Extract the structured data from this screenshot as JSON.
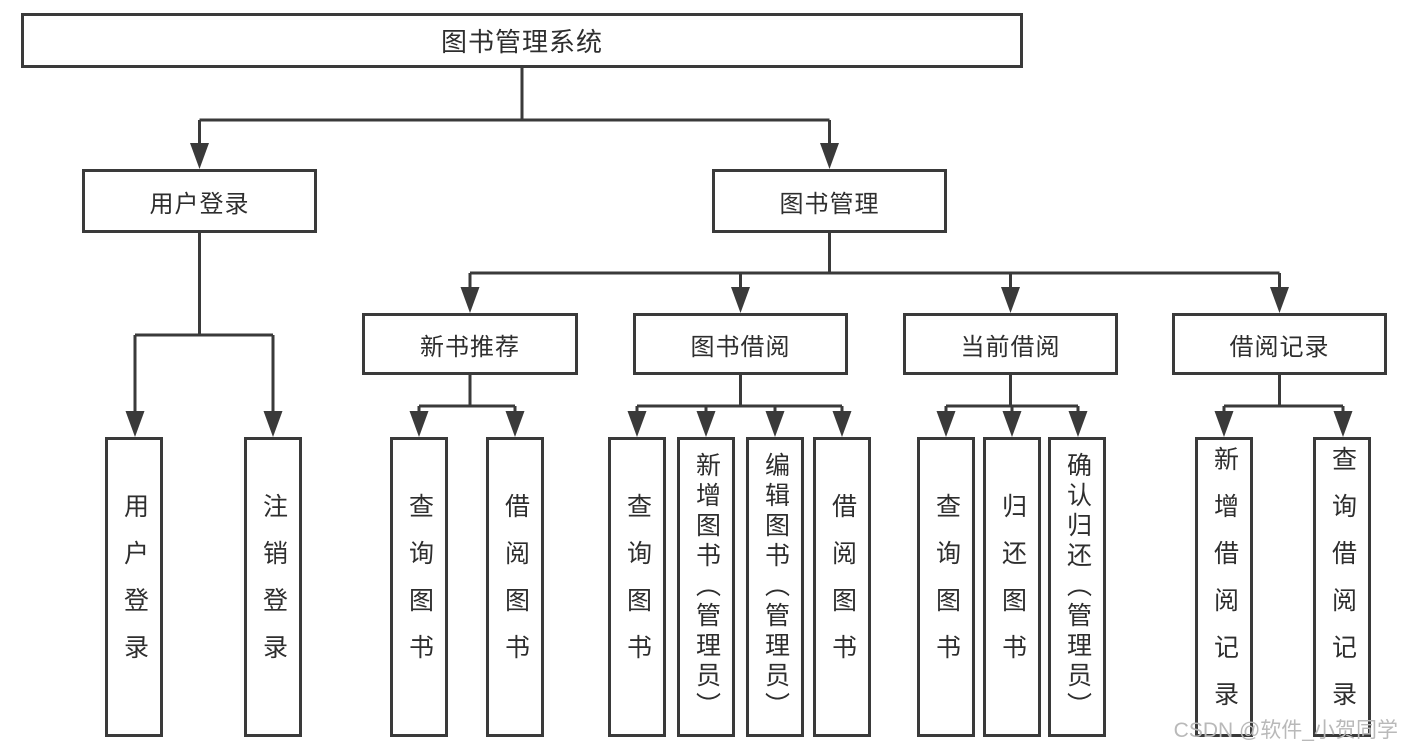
{
  "diagram": {
    "watermark": "CSDN @软件_小贺同学",
    "colors": {
      "line": "#3a3a3a",
      "text": "#2e2e2e",
      "watermark": "#b9b9b9",
      "background": "#ffffff"
    },
    "tree": {
      "label": "图书管理系统",
      "children": [
        {
          "label": "用户登录",
          "children": [
            {
              "label": "用户登录"
            },
            {
              "label": "注销登录"
            }
          ]
        },
        {
          "label": "图书管理",
          "children": [
            {
              "label": "新书推荐",
              "children": [
                {
                  "label": "查询图书"
                },
                {
                  "label": "借阅图书"
                }
              ]
            },
            {
              "label": "图书借阅",
              "children": [
                {
                  "label": "查询图书"
                },
                {
                  "label": "新增图书（管理员）"
                },
                {
                  "label": "编辑图书（管理员）"
                },
                {
                  "label": "借阅图书"
                }
              ]
            },
            {
              "label": "当前借阅",
              "children": [
                {
                  "label": "查询图书"
                },
                {
                  "label": "归还图书"
                },
                {
                  "label": "确认归还（管理员）"
                }
              ]
            },
            {
              "label": "借阅记录",
              "children": [
                {
                  "label": "新增借阅记录"
                },
                {
                  "label": "查询借阅记录"
                }
              ]
            }
          ]
        }
      ]
    }
  }
}
